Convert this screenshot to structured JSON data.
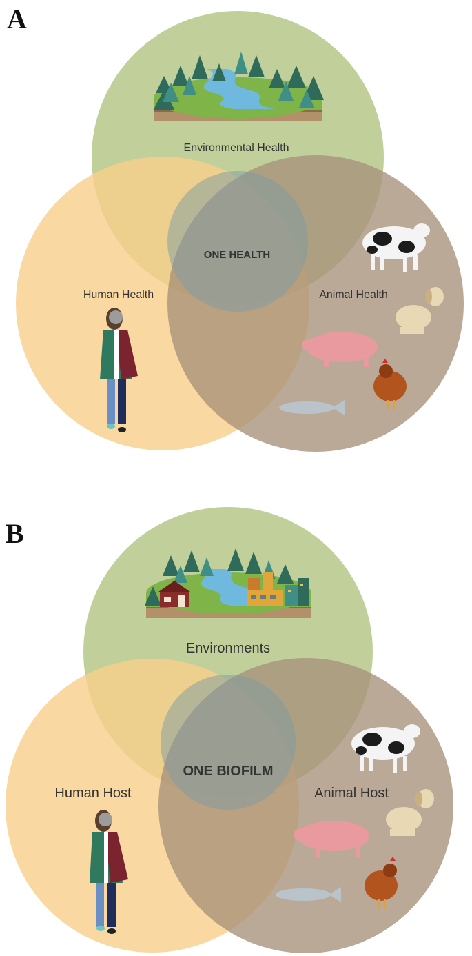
{
  "colors": {
    "environment": "#b3c484",
    "human": "#f7cf8a",
    "animal": "#a8917a",
    "center": "#7e9ca4",
    "tree_dark": "#2f6b5a",
    "tree_light": "#3f8f86",
    "grass": "#7fb548",
    "river": "#6fb8de",
    "soil": "#b2906a",
    "farm_red": "#8a2d2a",
    "factory": "#e0a63a"
  },
  "panels": [
    {
      "letter": "A",
      "center_label": "ONE HEALTH",
      "top_label": "Environmental Health",
      "left_label": "Human Health",
      "right_label": "Animal Health",
      "icons": [
        "forest-river-icon",
        "person-icon",
        "cow-icon",
        "dog-icon",
        "pig-icon",
        "chicken-icon",
        "fish-icon"
      ]
    },
    {
      "letter": "B",
      "center_label": "ONE BIOFILM",
      "top_label": "Environments",
      "left_label": "Human Host",
      "right_label": "Animal Host",
      "icons": [
        "farm-factory-landscape-icon",
        "person-icon",
        "cow-icon",
        "dog-icon",
        "pig-icon",
        "chicken-icon",
        "fish-icon"
      ]
    }
  ]
}
